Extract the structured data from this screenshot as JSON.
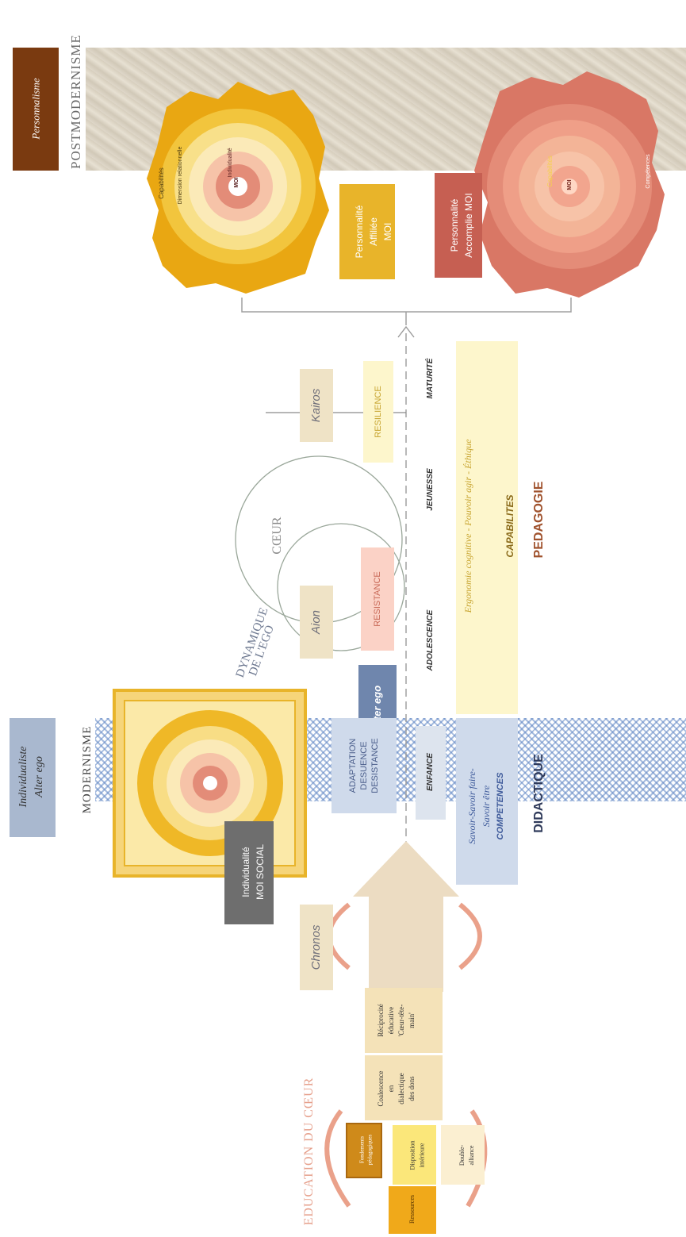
{
  "postmodernisme": {
    "title": "POSTMODERNISME",
    "badge": "Personnalisme",
    "affiliee": [
      "Personnalité",
      "Affiliée",
      "MOI"
    ],
    "accomplie": [
      "Personnalité",
      "Accomplie MOI"
    ],
    "left_rock_labels": [
      "Capabilités",
      "Dimension relationnelle",
      "Individualité",
      "MOI"
    ],
    "right_rock_labels": [
      "Capabilités",
      "Compétences",
      "MOI"
    ]
  },
  "modernisme": {
    "title": "MODERNISME",
    "badge": [
      "Individualiste",
      "Alter ego"
    ],
    "moi_social": [
      "Individualité",
      "MOI SOCIAL"
    ]
  },
  "timeline": {
    "kairos": "Kairos",
    "resilience": "RESILIENCE",
    "aion": "Aion",
    "resistance": "RESISTANCE",
    "alter_ego": "Alter ego",
    "adaptation": [
      "ADAPTATION",
      "DESUENCE",
      "DESISTANCE"
    ],
    "chronos": "Chronos",
    "coeur": "CŒUR",
    "dynamique": [
      "DYNAMIQUE",
      "DE L'EGO"
    ],
    "ages": [
      "ENFANCE",
      "ADOLESCENCE",
      "JEUNESSE",
      "MATURITÉ"
    ]
  },
  "bands": {
    "didactique_text": [
      "Savoir-Savoir faire-",
      "Savoir être",
      "COMPETENCES"
    ],
    "didactique_label": "DIDACTIQUE",
    "pedagogie_text": "Ergonomie cognitive - Pouvoir agir - Éthique",
    "capabilites": "CAPABILITES",
    "pedagogie_label": "PEDAGOGIE"
  },
  "education": {
    "title": "EDUCATION DU CŒUR",
    "reciprocite": [
      "Réciprocité",
      "éducative",
      "'Cœur-tête-",
      "main'"
    ],
    "coalescence": [
      "Coalescence",
      "en",
      "dialectique",
      "des dons"
    ],
    "disposition": [
      "Disposition",
      "intérieure"
    ],
    "fondements": [
      "Fondements",
      "pédagogiques"
    ],
    "doublealliance": [
      "Double-",
      "alliance"
    ],
    "ressources": "Ressources"
  },
  "colors": {
    "gold": "#e6b020",
    "salmon": "#dc7e6a",
    "slate": "#8c9bb3",
    "tan": "#efe3c6",
    "yellow_band": "#fdf6cc",
    "hatch": "#5f86c4"
  }
}
